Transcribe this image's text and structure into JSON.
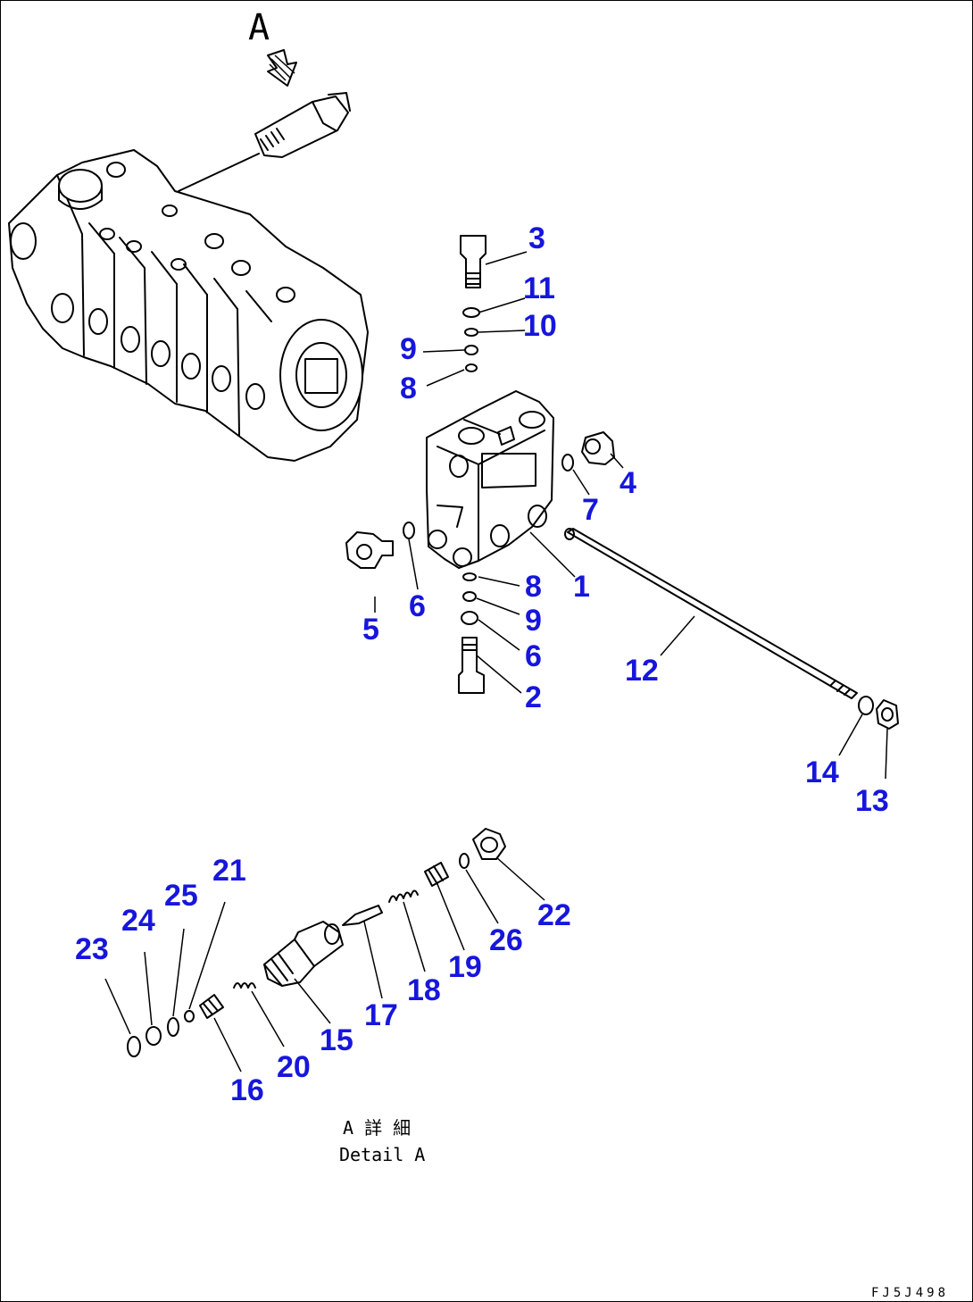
{
  "view_marker": "A",
  "detail_caption_jp": "A 詳 細",
  "detail_caption_en": "Detail A",
  "drawing_code": "FJ5J498",
  "callouts": {
    "c1": "1",
    "c2": "2",
    "c3": "3",
    "c4": "4",
    "c5": "5",
    "c6a": "6",
    "c6b": "6",
    "c7": "7",
    "c8a": "8",
    "c8b": "8",
    "c9a": "9",
    "c9b": "9",
    "c10": "10",
    "c11": "11",
    "c12": "12",
    "c13": "13",
    "c14": "14",
    "c15": "15",
    "c16": "16",
    "c17": "17",
    "c18": "18",
    "c19": "19",
    "c20": "20",
    "c21": "21",
    "c22": "22",
    "c23": "23",
    "c24": "24",
    "c25": "25",
    "c26": "26"
  },
  "colors": {
    "callout": "#1616dc",
    "line": "#000000",
    "background": "#ffffff"
  }
}
